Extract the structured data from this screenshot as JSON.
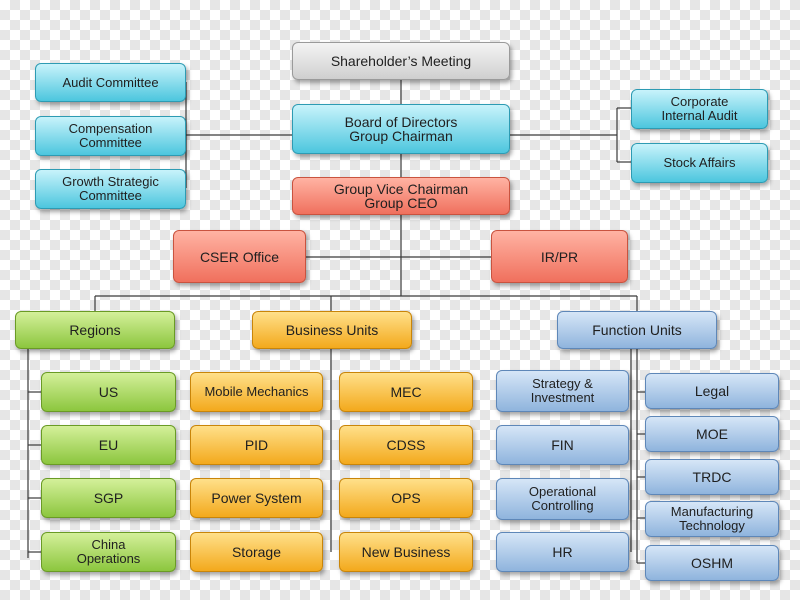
{
  "top": {
    "shareholders": "Shareholder’s Meeting",
    "board": "Board of Directors\nGroup Chairman",
    "vice": "Group Vice Chairman\nGroup CEO"
  },
  "committees": [
    "Audit Committee",
    "Compensation\nCommittee",
    "Growth Strategic\nCommittee"
  ],
  "right_side": [
    "Corporate\nInternal Audit",
    "Stock Affairs"
  ],
  "offices": [
    "CSER Office",
    "IR/PR"
  ],
  "divisions": {
    "regions": "Regions",
    "business_units": "Business Units",
    "function_units": "Function Units"
  },
  "regions": [
    "US",
    "EU",
    "SGP",
    "China\nOperations"
  ],
  "business_left": [
    "Mobile Mechanics",
    "PID",
    "Power  System",
    "Storage"
  ],
  "business_right": [
    "MEC",
    "CDSS",
    "OPS",
    "New Business"
  ],
  "function_left": [
    "Strategy &\nInvestment",
    "FIN",
    "Operational\nControlling",
    "HR"
  ],
  "function_right": [
    "Legal",
    "MOE",
    "TRDC",
    "Manufacturing\nTechnology",
    "OSHM"
  ],
  "colors": {
    "line": "#3a3a3a",
    "grey": "#d8d8d8",
    "cyan": "#4cc6de",
    "salmon": "#f0705d",
    "green": "#8cc63e",
    "orange": "#f3a91c",
    "blue": "#8fb4dd"
  }
}
